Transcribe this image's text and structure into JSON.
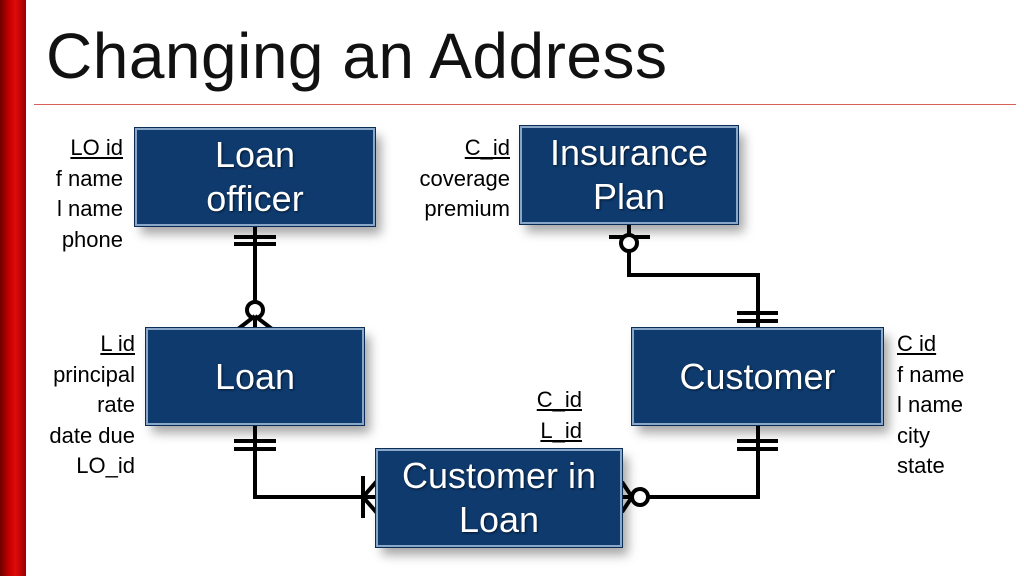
{
  "slide": {
    "title": "Changing an Address"
  },
  "entities": {
    "loan_officer": {
      "line1": "Loan",
      "line2": "officer"
    },
    "insurance_plan": {
      "line1": "Insurance",
      "line2": "Plan"
    },
    "loan": {
      "line1": "Loan"
    },
    "customer": {
      "line1": "Customer"
    },
    "customer_in_loan": {
      "line1": "Customer in",
      "line2": "Loan"
    }
  },
  "attributes": {
    "loan_officer": [
      "LO id",
      "f name",
      "l name",
      "phone"
    ],
    "insurance_plan": [
      "C_id",
      "coverage",
      "premium"
    ],
    "loan": [
      "L id",
      "principal",
      "rate",
      "date due",
      "LO_id"
    ],
    "customer": [
      "C id",
      "f name",
      "l name",
      "city",
      "state"
    ],
    "customer_in_loan": [
      "C_id",
      "L_id"
    ]
  },
  "colors": {
    "entity_fill": "#0e3a6e",
    "entity_border": "#8aa6c8",
    "accent_bar": "#c40000",
    "title_rule": "#d9605a"
  }
}
